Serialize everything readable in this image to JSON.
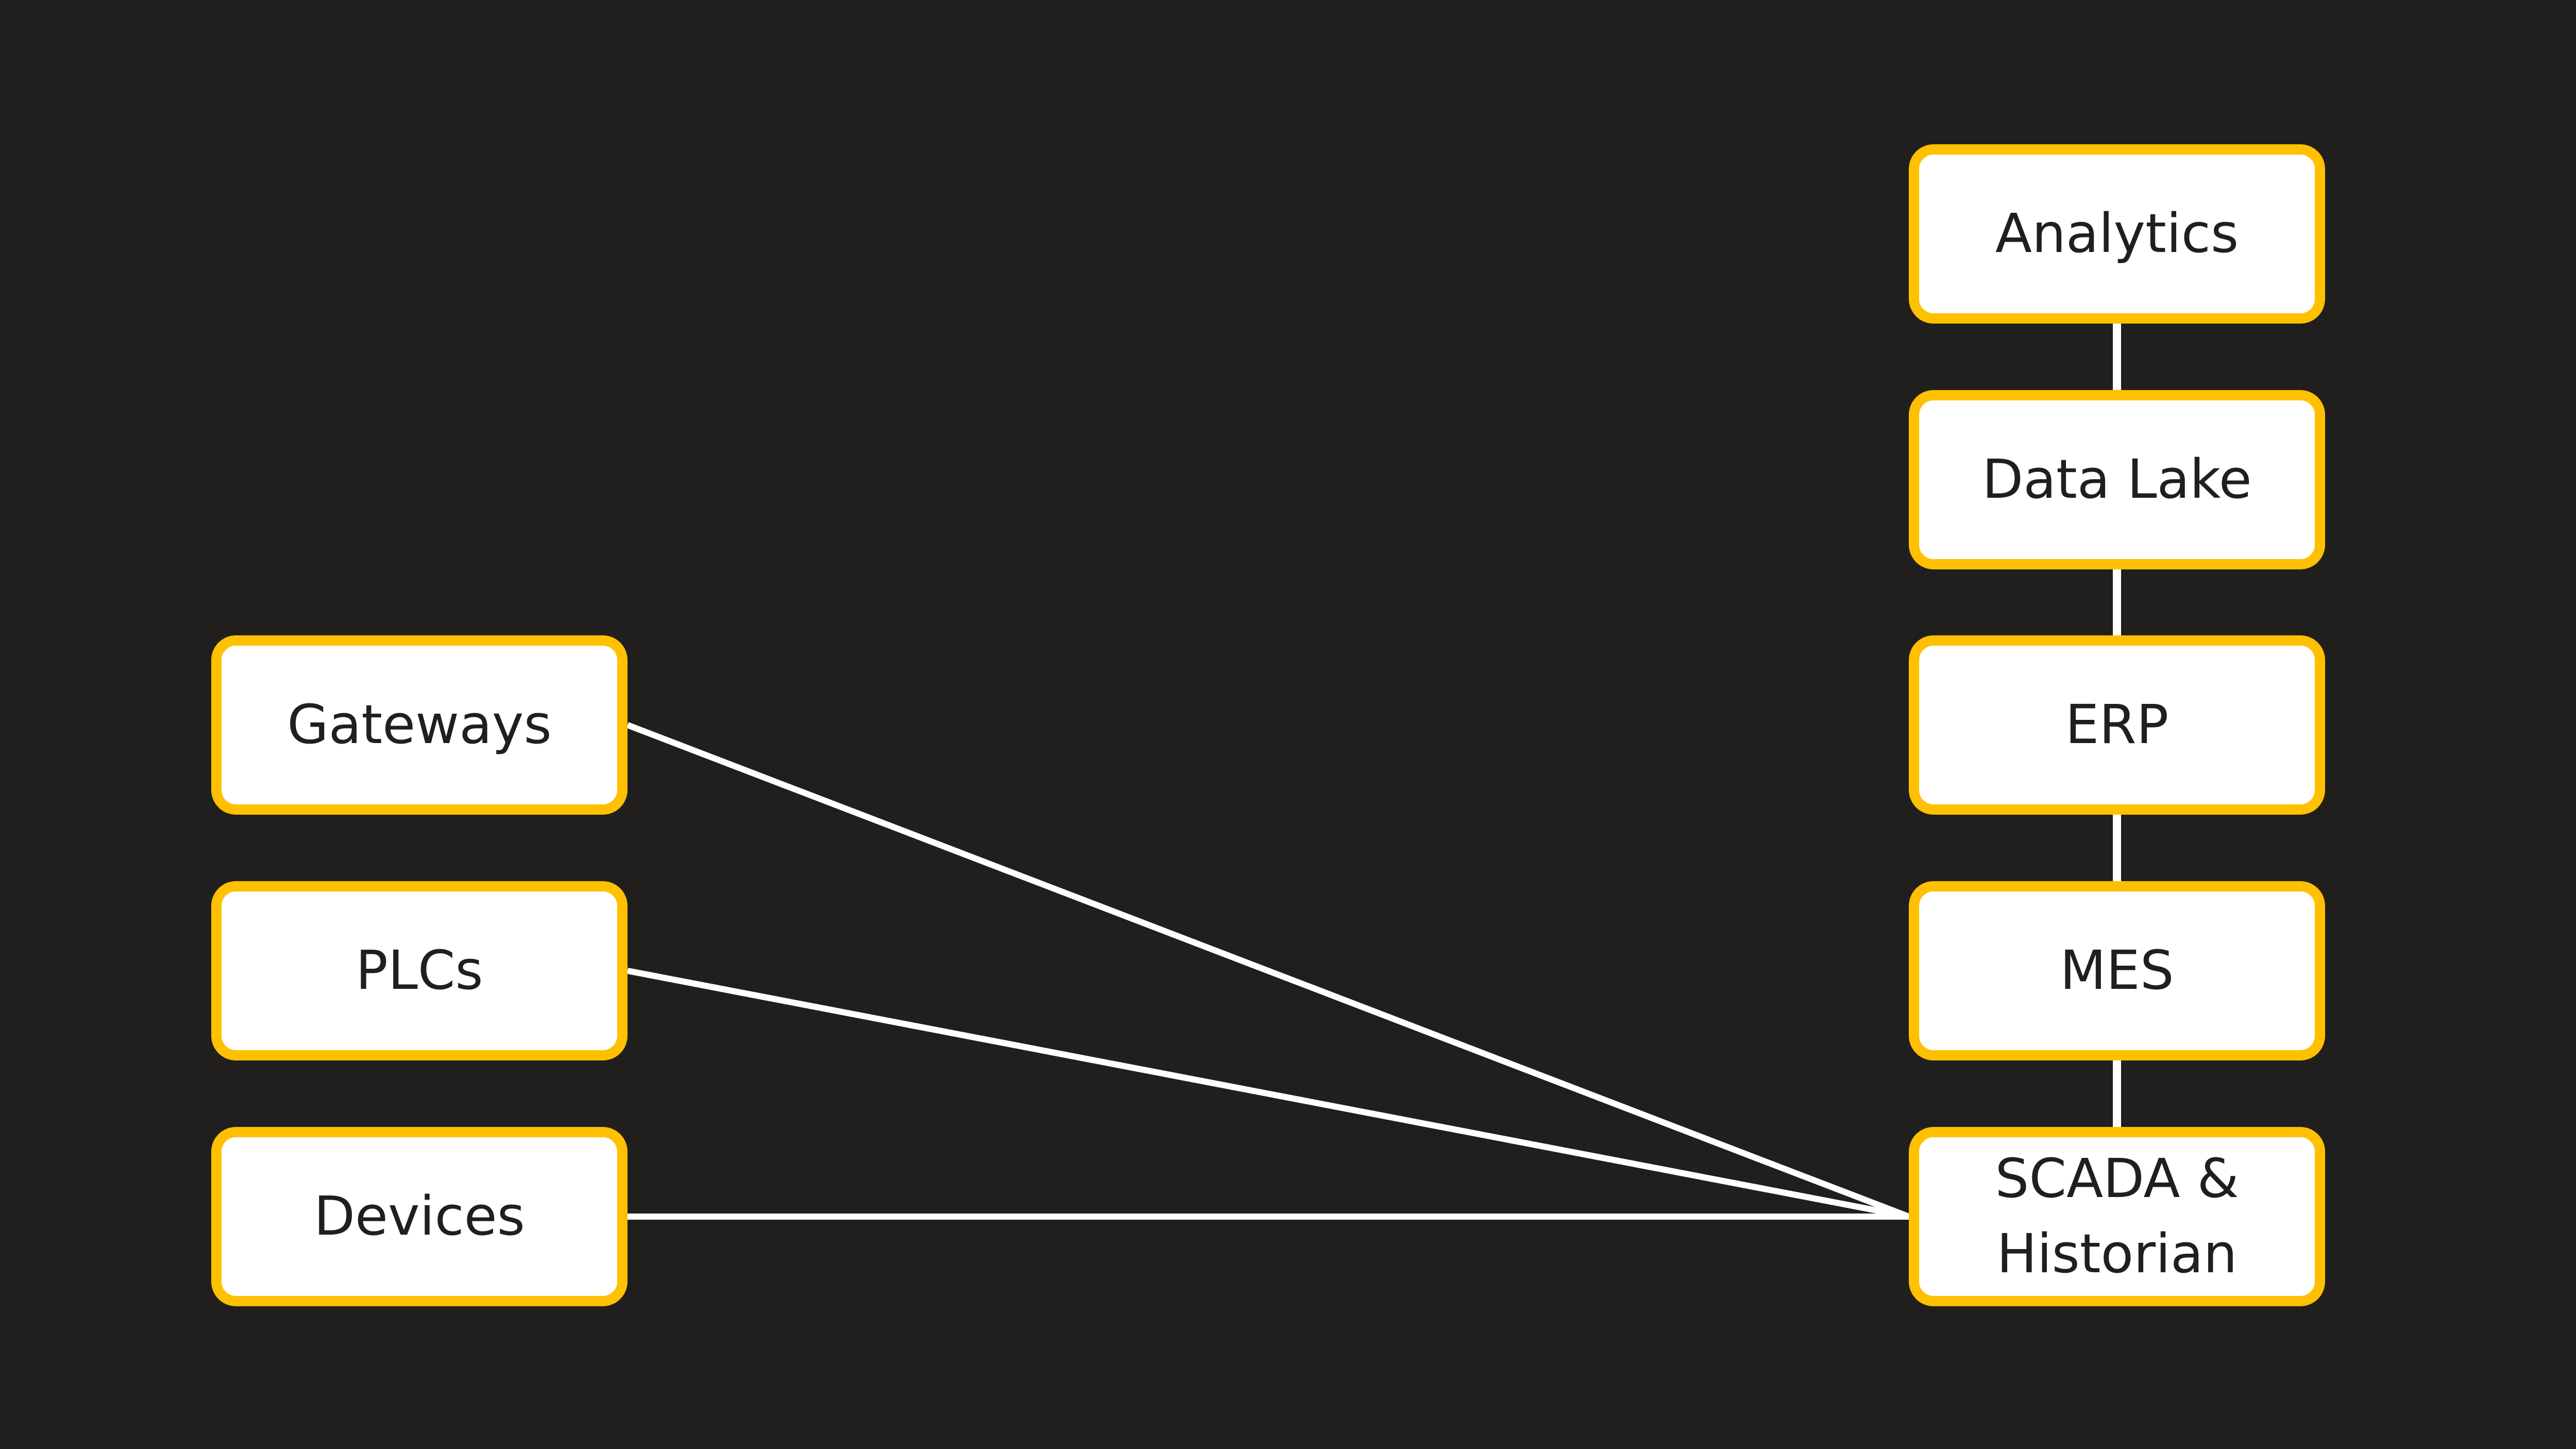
{
  "diagram": {
    "left_nodes": [
      {
        "id": "gateways",
        "label": "Gateways"
      },
      {
        "id": "plcs",
        "label": "PLCs"
      },
      {
        "id": "devices",
        "label": "Devices"
      }
    ],
    "right_nodes": [
      {
        "id": "analytics",
        "label": "Analytics"
      },
      {
        "id": "datalake",
        "label": "Data Lake"
      },
      {
        "id": "erp",
        "label": "ERP"
      },
      {
        "id": "mes",
        "label": "MES"
      },
      {
        "id": "scada",
        "label": "SCADA &\nHistorian"
      }
    ],
    "edges": [
      [
        "analytics",
        "datalake"
      ],
      [
        "datalake",
        "erp"
      ],
      [
        "erp",
        "mes"
      ],
      [
        "mes",
        "scada"
      ],
      [
        "gateways",
        "scada"
      ],
      [
        "plcs",
        "scada"
      ],
      [
        "devices",
        "scada"
      ]
    ]
  },
  "colors": {
    "background": "#201f1e",
    "node_fill": "#ffffff",
    "node_border": "#ffc000",
    "connector": "#ffffff",
    "text": "#1f1f1f"
  }
}
